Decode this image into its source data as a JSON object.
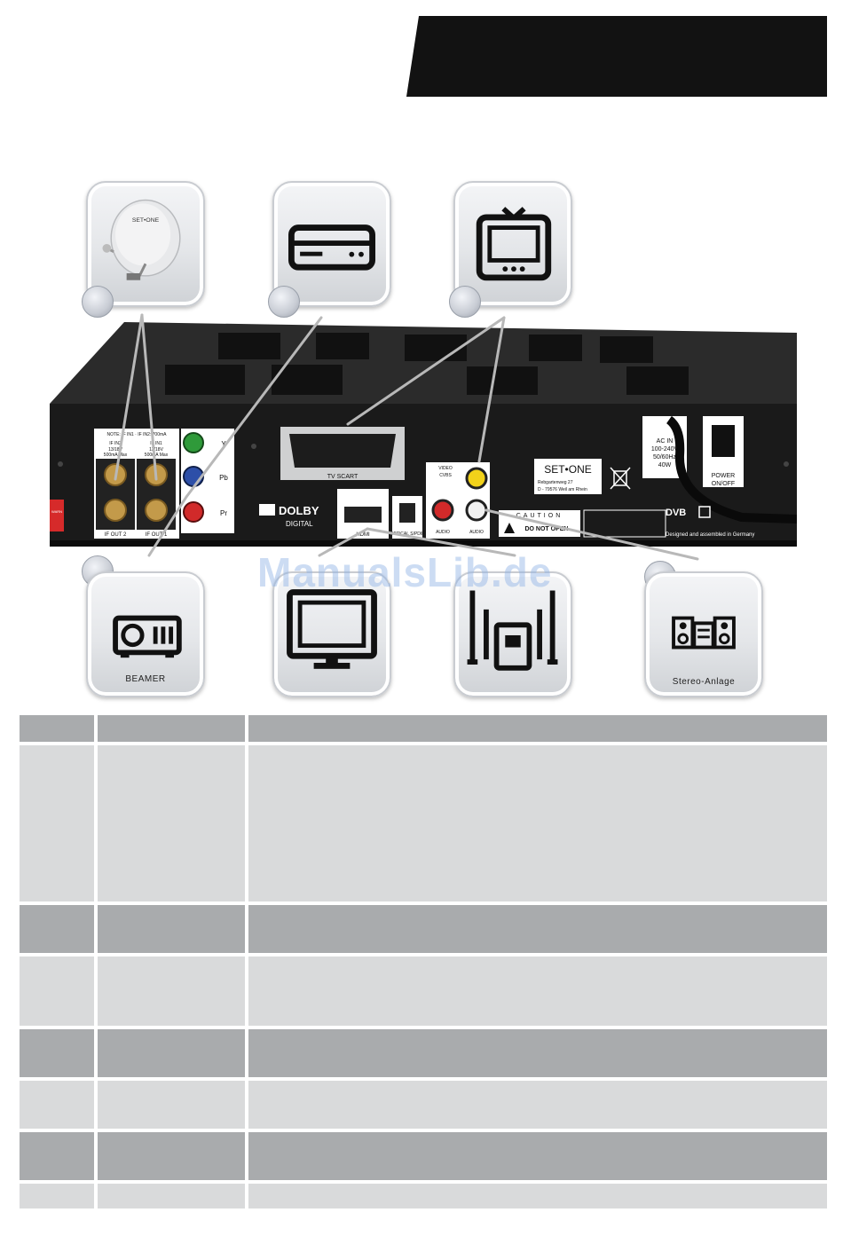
{
  "banner": {
    "color": "#121212"
  },
  "icons": {
    "top": [
      {
        "name": "satellite-dish",
        "icon": "satellite-dish-icon",
        "dish_logo": "SET•ONE",
        "caption": ""
      },
      {
        "name": "set-top-box",
        "icon": "receiver-box-icon",
        "caption": ""
      },
      {
        "name": "television",
        "icon": "crt-tv-icon",
        "caption": ""
      }
    ],
    "bottom": [
      {
        "name": "beamer",
        "icon": "projector-icon",
        "caption": "BEAMER"
      },
      {
        "name": "flat-tv",
        "icon": "flat-tv-icon",
        "caption": ""
      },
      {
        "name": "surround-system",
        "icon": "speakers-icon",
        "caption": ""
      },
      {
        "name": "stereo-system",
        "icon": "stereo-system-icon",
        "caption": "Stereo-Anlage"
      }
    ]
  },
  "device": {
    "lnb_note": "NOTE: IF IN1 · IF IN2: 700mA",
    "if_in2_label": "IF IN2",
    "if_in2_spec_1": "13/18V",
    "if_in2_spec_2": "500mA Max",
    "if_in1_label": "IF IN1",
    "if_in1_spec_1": "13/18V",
    "if_in1_spec_2": "500mA Max",
    "if_out2": "IF OUT 2",
    "if_out1": "IF OUT 1",
    "warning_side": "WARN",
    "component_y": "Y",
    "component_pb": "Pb",
    "component_pr": "Pr",
    "scart_label": "TV SCART",
    "dolby_brand": "DOLBY",
    "dolby_sub": "DIGITAL",
    "hdmi_label": "HDMI",
    "spdif_label": "OPTICAL S/PDIF",
    "video_label": "VIDEO",
    "cvbs_label": "CVBS",
    "audio_label_1": "AUDIO",
    "audio_label_2": "AUDIO",
    "brand_label": "SET•ONE",
    "address_1": "Rebgartenweg 27",
    "address_2": "D - 79576 Weil am Rhein",
    "caution": "CAUTION",
    "do_not_open": "DO NOT OPEN",
    "ac_1": "AC IN",
    "ac_2": "100-240V",
    "ac_3": "50/60Hz",
    "ac_4": "40W",
    "power_1": "POWER",
    "power_2": "ON/OFF",
    "dvb": "DVB",
    "assembled": "Designed and assembled in Germany"
  },
  "watermark": "ManualsLib.de",
  "table": {
    "rows": [
      {
        "type": "head",
        "height": 30
      },
      {
        "type": "light",
        "height": 176
      },
      {
        "type": "dark",
        "height": 54
      },
      {
        "type": "light",
        "height": 78
      },
      {
        "type": "dark",
        "height": 54
      },
      {
        "type": "light",
        "height": 54
      },
      {
        "type": "dark",
        "height": 54
      },
      {
        "type": "light",
        "height": 28
      }
    ]
  }
}
